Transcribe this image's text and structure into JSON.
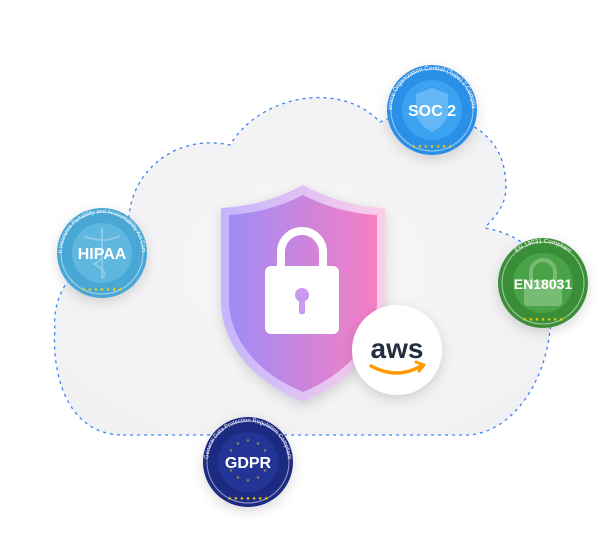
{
  "badges": {
    "soc2": {
      "title": "SOC 2",
      "ring": "Service Organization Control (Type) 2 Compliant",
      "stars": "★ ★ ★ ★ ★ ★ ★"
    },
    "hipaa": {
      "title": "HIPAA",
      "ring": "Health Insurance Portability and Accountability Act Compliant",
      "stars": "★ ★ ★ ★ ★ ★ ★"
    },
    "en18031": {
      "title": "EN18031",
      "ring": "EN 18031 Compliant",
      "stars": "★ ★ ★ ★ ★ ★ ★"
    },
    "gdpr": {
      "title": "GDPR",
      "ring": "General Data Protection Regulation Compliant",
      "stars": "★ ★ ★ ★ ★ ★ ★"
    }
  },
  "aws": {
    "label": "aws"
  },
  "colors": {
    "cloud": "#f4f4f5",
    "cloud_border": "#3b82f6",
    "shield_left": "#a78bfa",
    "shield_right": "#f472b6",
    "soc2": "#2d9bf0",
    "hipaa": "#5bb3dc",
    "en18031": "#3f9a3c",
    "gdpr": "#1e2a86",
    "aws_smile": "#ff9900"
  },
  "icons": [
    "padlock-icon",
    "shield-icon",
    "aws-logo-icon",
    "caduceus-icon",
    "eu-stars-icon"
  ]
}
